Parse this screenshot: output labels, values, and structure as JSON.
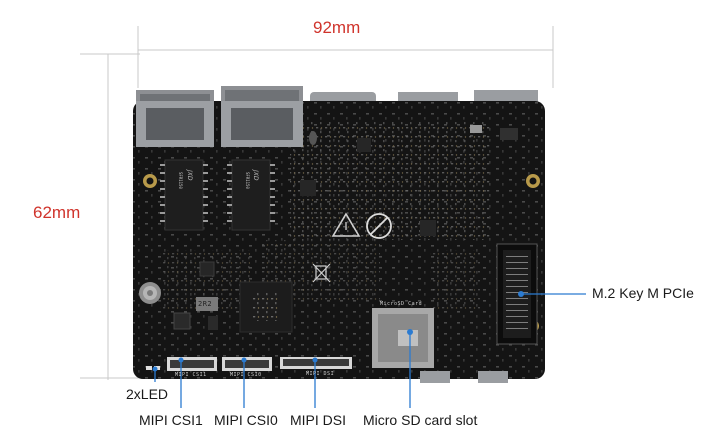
{
  "dimensions": {
    "width_label": "92mm",
    "height_label": "62mm",
    "line_color": "#c9c9c9",
    "label_color": "#d0342c"
  },
  "board": {
    "pcb_color": "#141414",
    "chip_brand": "JXD",
    "chip_part": "SFR1150",
    "inductor_mark": "2R2",
    "silkscreen": {
      "csi1": "MIPI CSI1",
      "csi0": "MIPI CSI0",
      "dsi": "MIPI DSI",
      "sd": "MicroSD Card"
    },
    "icons": [
      "esd-warning-icon",
      "lead-free-icon",
      "no-trash-icon"
    ]
  },
  "callouts": {
    "m2": "M.2 Key M PCIe",
    "led": "2xLED",
    "csi1": "MIPI CSI1",
    "csi0": "MIPI CSI0",
    "dsi": "MIPI DSI",
    "sd": "Micro SD card slot",
    "line_color": "#2b7bd1"
  }
}
